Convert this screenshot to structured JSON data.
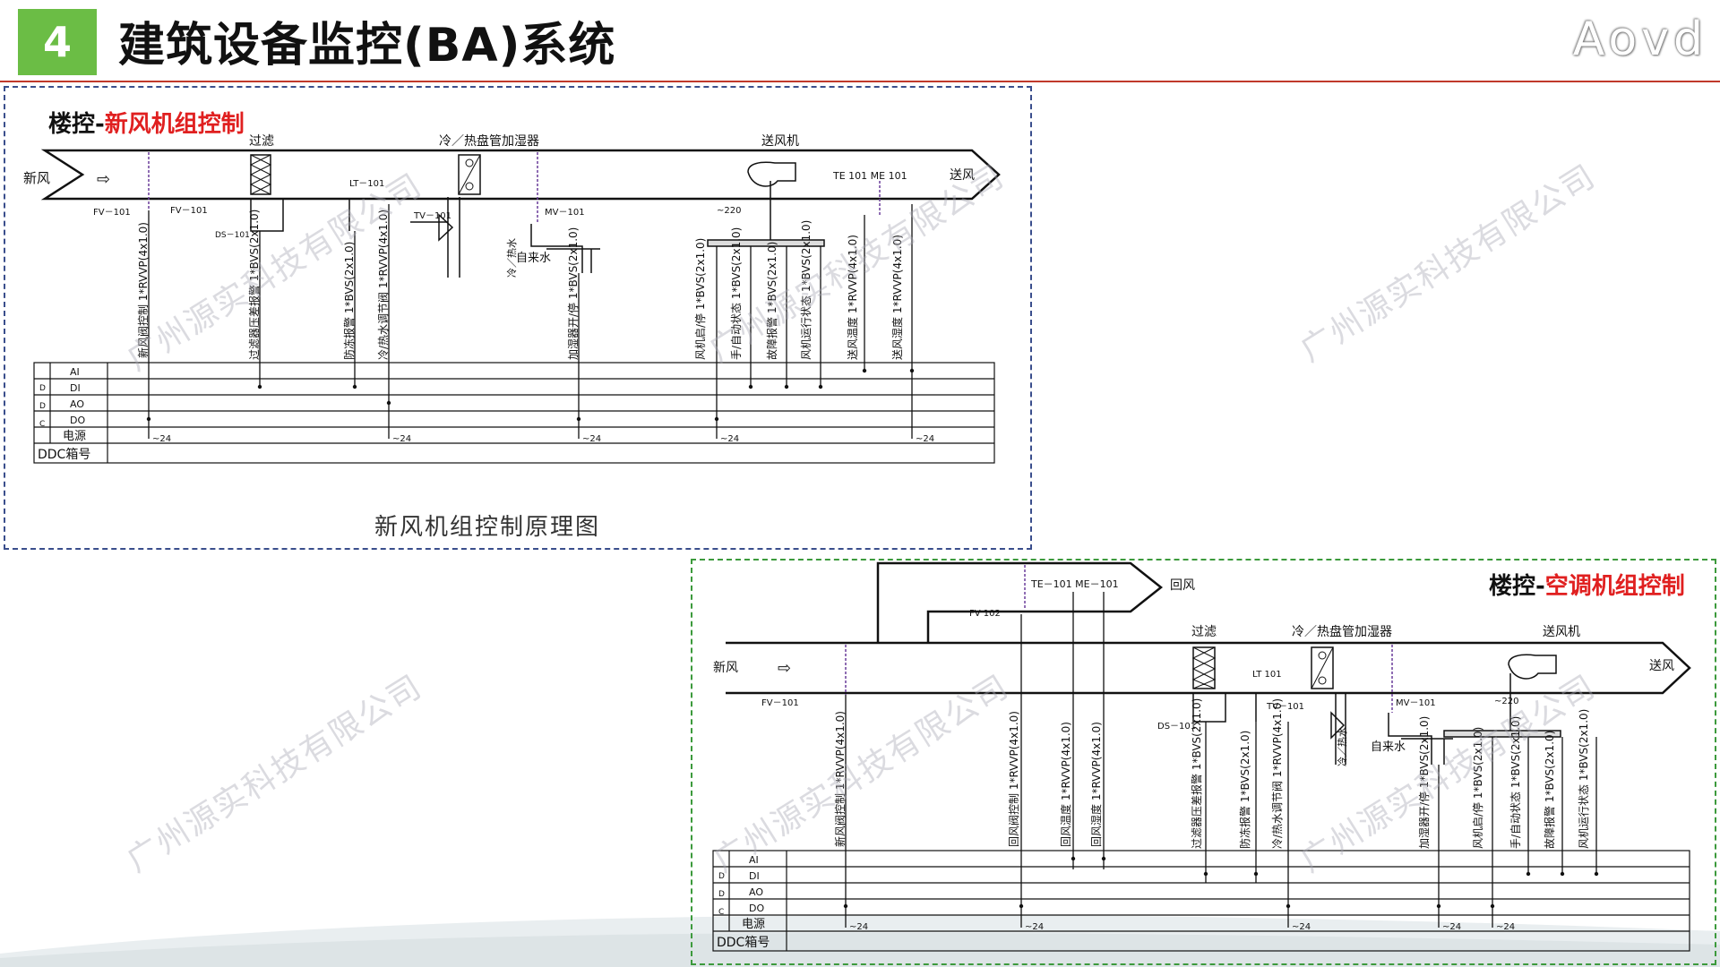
{
  "header": {
    "badge": "4",
    "title": "建筑设备监控(BA)系统",
    "logo": "Aovd"
  },
  "watermark": "广州源实科技有限公司",
  "diagram1": {
    "title_prefix": "楼控-",
    "title_highlight": "新风机组控制",
    "caption": "新风机组控制原理图",
    "inlet": "新风",
    "outlet": "送风",
    "arrow": "⇨",
    "labels": {
      "filter": "过滤",
      "coil": "冷／热盘管加湿器",
      "fan": "送风机",
      "te_me": "TE  101   ME  101",
      "fv101a": "FV－101",
      "fv101b": "FV－101",
      "ds101": "DS－101",
      "lt101": "LT－101",
      "tv101": "TV－101",
      "mv101": "MV－101",
      "v220": "~220",
      "water": "冷／热水",
      "tap": "自来水"
    },
    "cables": [
      "新风阀控制  1*RVVP(4x1.0)",
      "过滤器压差报警 1*BVS(2x1.0)",
      "防冻报警  1*BVS(2x1.0)",
      "冷/热水调节阀 1*RVVP(4x1.0)",
      "加湿器开/停 1*BVS(2x1.0)",
      "风机启/停 1*BVS(2x1.0)",
      "手/自动状态 1*BVS(2x1.0)",
      "故障报警 1*BVS(2x1.0)",
      "风机运行状态 1*BVS(2x1.0)",
      "送风温度  1*RVVP(4x1.0)",
      "送风湿度  1*RVVP(4x1.0)"
    ],
    "rows": [
      "AI",
      "DI",
      "AO",
      "DO",
      "电源",
      "DDC箱号"
    ],
    "ddc": [
      "D",
      "D",
      "C"
    ],
    "v24": "~24"
  },
  "diagram2": {
    "title_prefix": "楼控-",
    "title_highlight": "空调机组控制",
    "inlet": "新风",
    "outlet": "送风",
    "return_air": "回风",
    "arrow": "⇨",
    "labels": {
      "filter": "过滤",
      "coil": "冷／热盘管加湿器",
      "fan": "送风机",
      "te_me": "TE－101   ME－101",
      "fv102": "FV  102",
      "fv101": "FV－101",
      "ds101": "DS－101",
      "lt101": "LT  101",
      "tv101": "TV－101",
      "mv101": "MV－101",
      "v220": "~220",
      "water": "冷／热水",
      "tap": "自来水"
    },
    "cables": [
      "新风阀控制  1*RVVP(4x1.0)",
      "回风阀控制  1*RVVP(4x1.0)",
      "回风温度  1*RVVP(4x1.0)",
      "回风湿度  1*RVVP(4x1.0)",
      "过滤器压差报警 1*BVS(2x1.0)",
      "防冻报警  1*BVS(2x1.0)",
      "冷/热水调节阀 1*RVVP(4x1.0)",
      "加湿器开/停 1*BVS(2x1.0)",
      "风机启/停 1*BVS(2x1.0)",
      "手/自动状态 1*BVS(2x1.0)",
      "故障报警 1*BVS(2x1.0)",
      "风机运行状态 1*BVS(2x1.0)"
    ],
    "rows": [
      "AI",
      "DI",
      "AO",
      "DO",
      "电源",
      "DDC箱号"
    ],
    "ddc": [
      "D",
      "D",
      "C"
    ],
    "v24": "~24"
  }
}
